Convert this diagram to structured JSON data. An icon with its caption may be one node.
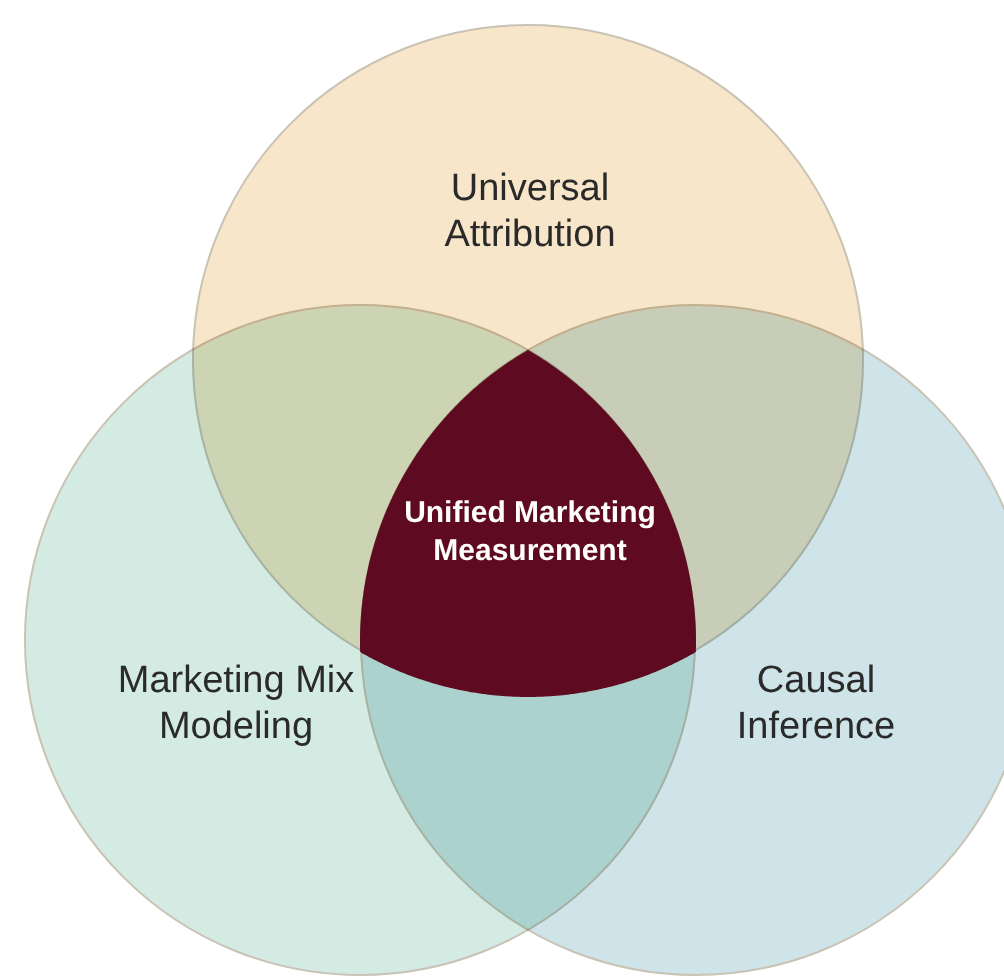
{
  "diagram": {
    "nodes": [
      {
        "text": [
          "Universal Attribution"
        ]
      },
      {
        "text": [
          "Marketing Mix Modeling"
        ]
      },
      {
        "text": [
          "Causal Inference"
        ]
      },
      {
        "text": [
          "Unified Marketing Measurement"
        ]
      }
    ]
  }
}
